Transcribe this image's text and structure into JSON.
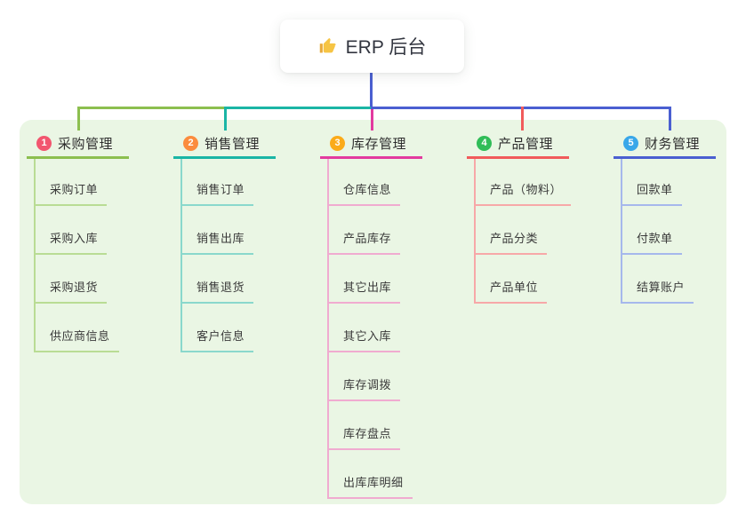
{
  "root": {
    "title": "ERP 后台",
    "icon": "thumbs-up-icon",
    "icon_color": "#f6c444",
    "drop_line_color": "#4a5fd1"
  },
  "panel": {
    "background": "#eaf6e4"
  },
  "branches": [
    {
      "index": "1",
      "label": "采购管理",
      "badge_color": "#f2566f",
      "line_color": "#8cbf4f",
      "sub_line_color": "#b9dc94",
      "items": [
        "采购订单",
        "采购入库",
        "采购退货",
        "供应商信息"
      ]
    },
    {
      "index": "2",
      "label": "销售管理",
      "badge_color": "#fb8c3e",
      "line_color": "#1ab5a5",
      "sub_line_color": "#8ad8cc",
      "items": [
        "销售订单",
        "销售出库",
        "销售退货",
        "客户信息"
      ]
    },
    {
      "index": "3",
      "label": "库存管理",
      "badge_color": "#fbab19",
      "line_color": "#e23a9f",
      "sub_line_color": "#f0abd0",
      "items": [
        "仓库信息",
        "产品库存",
        "其它出库",
        "其它入库",
        "库存调拨",
        "库存盘点",
        "出库库明细"
      ]
    },
    {
      "index": "4",
      "label": "产品管理",
      "badge_color": "#30bd58",
      "line_color": "#f15b5b",
      "sub_line_color": "#f7a8a8",
      "items": [
        "产品（物料）",
        "产品分类",
        "产品单位"
      ]
    },
    {
      "index": "5",
      "label": "财务管理",
      "badge_color": "#39a7e9",
      "line_color": "#4a5fd1",
      "sub_line_color": "#a6b8ec",
      "items": [
        "回款单",
        "付款单",
        "结算账户"
      ]
    }
  ]
}
